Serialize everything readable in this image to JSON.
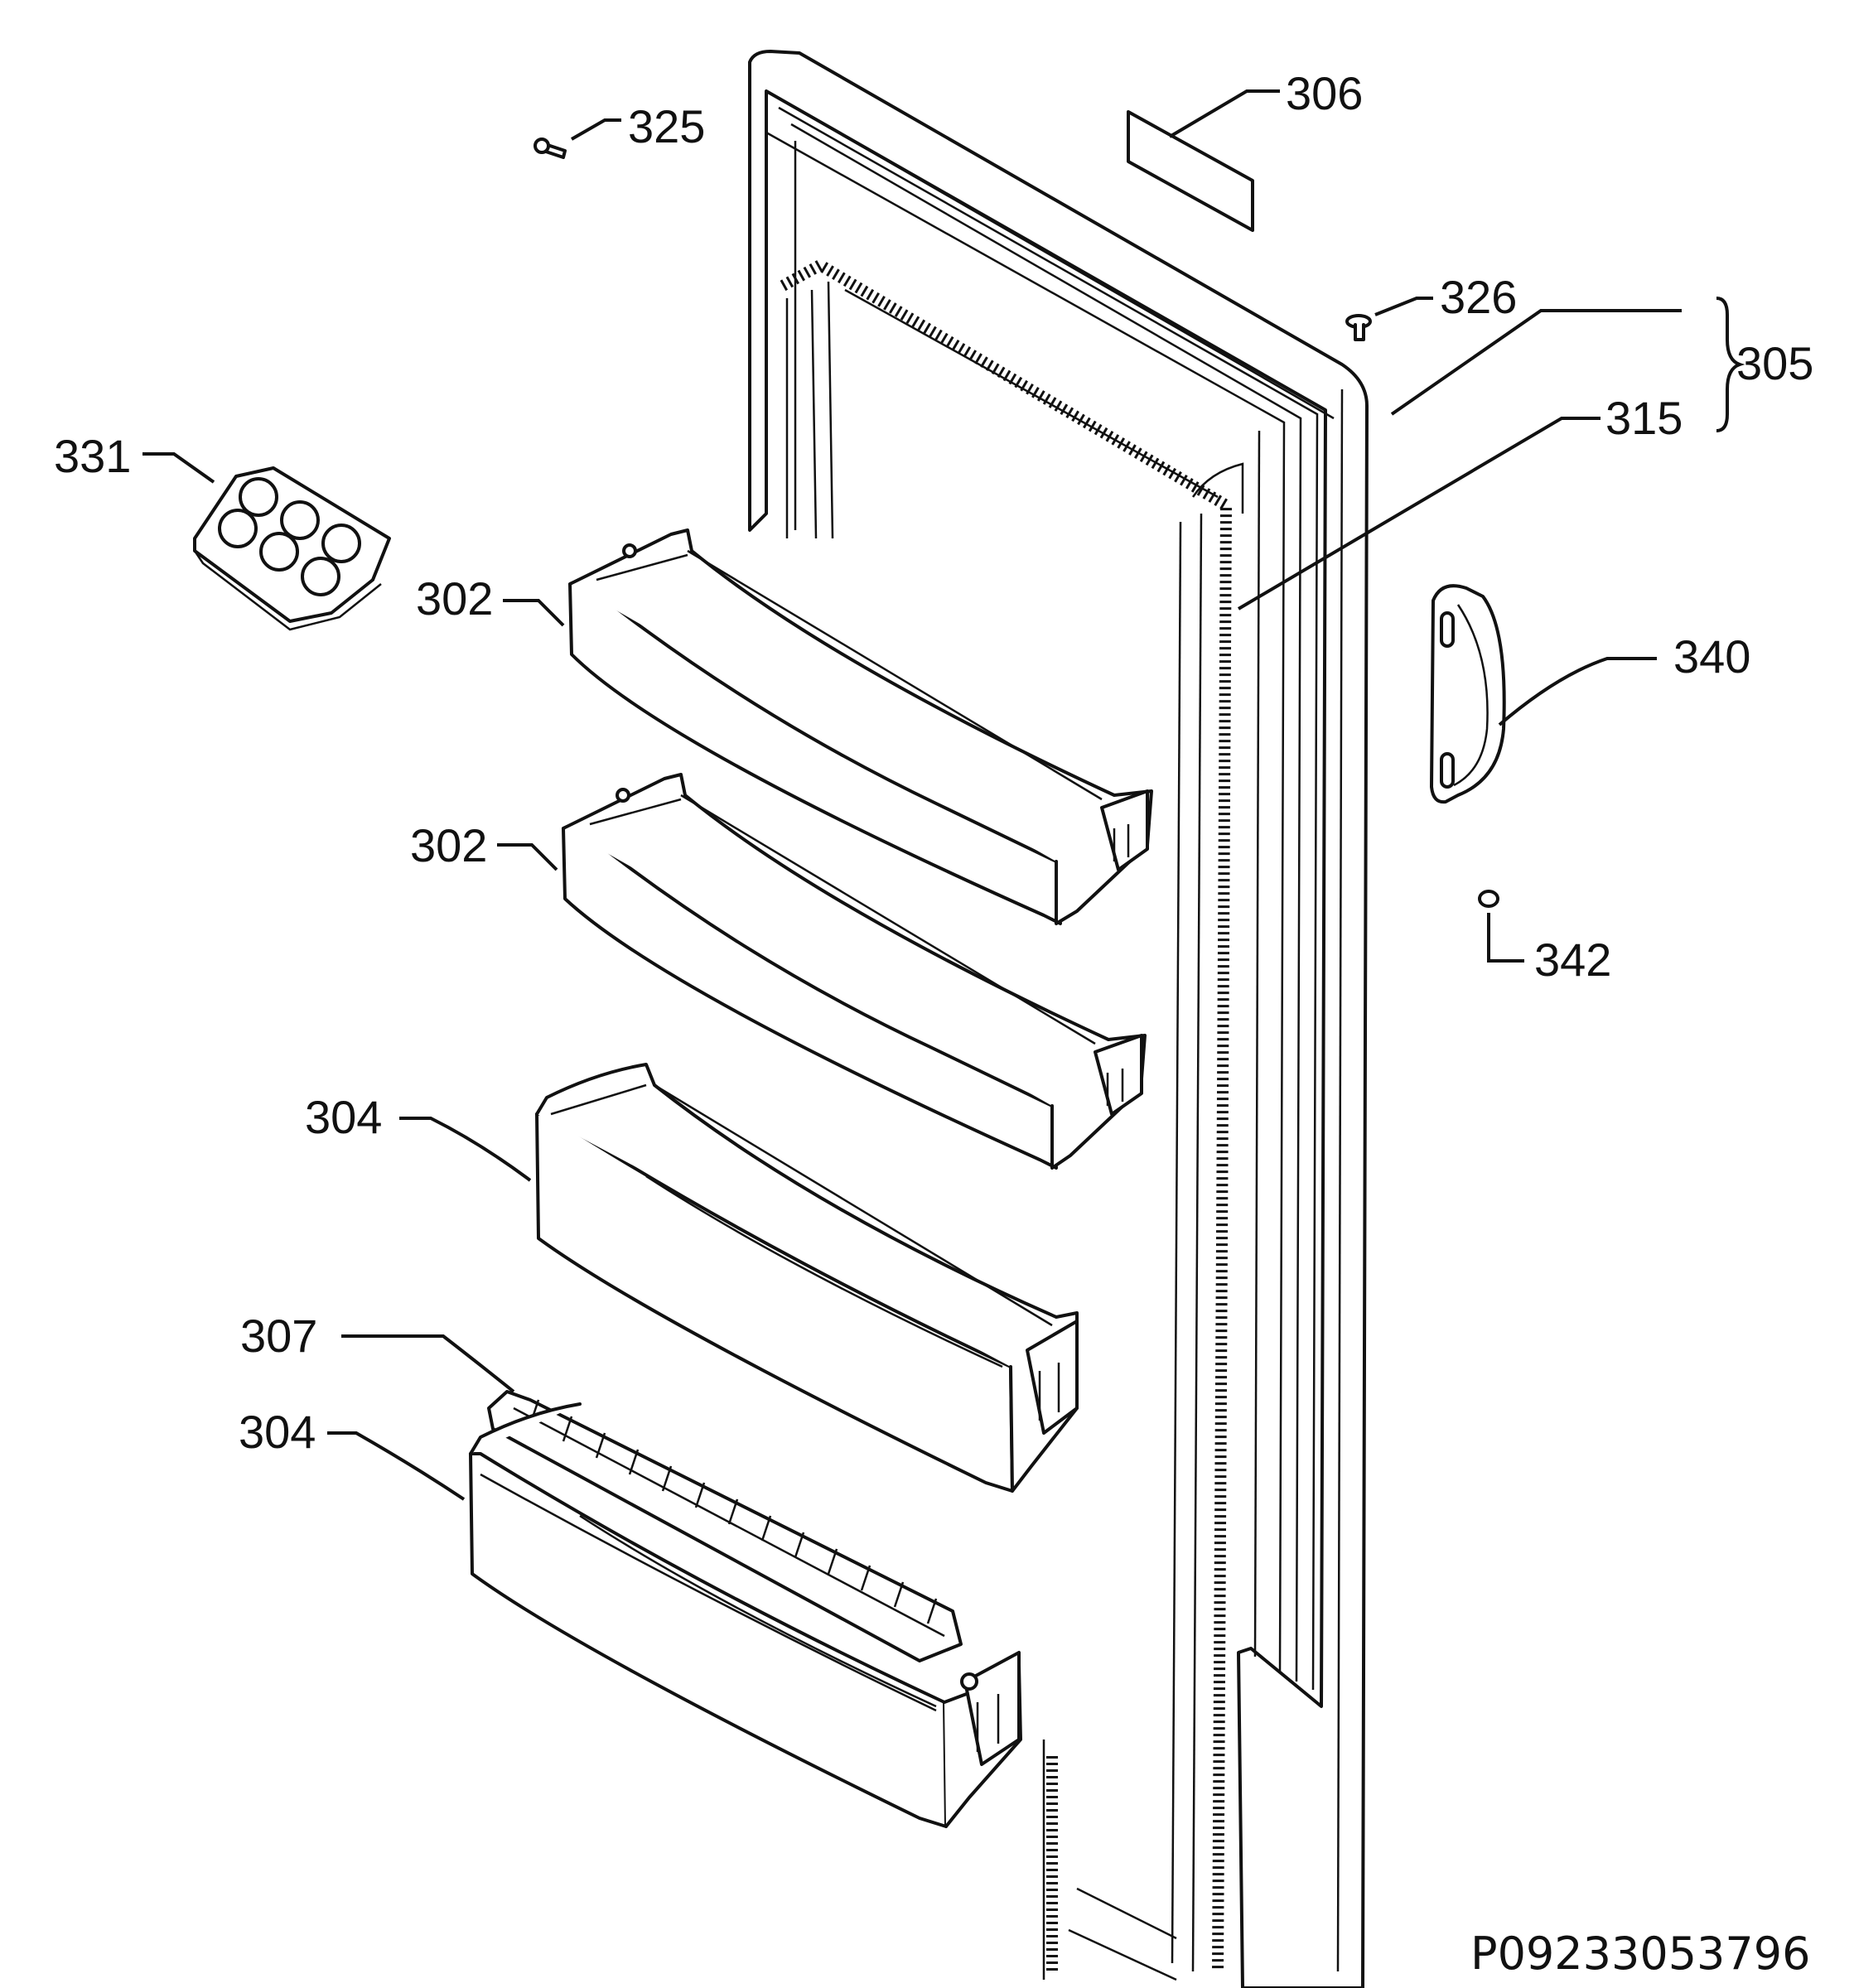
{
  "callouts": [
    {
      "id": "306",
      "text": "306"
    },
    {
      "id": "325",
      "text": "325"
    },
    {
      "id": "326",
      "text": "326"
    },
    {
      "id": "305",
      "text": "305"
    },
    {
      "id": "315",
      "text": "315"
    },
    {
      "id": "331",
      "text": "331"
    },
    {
      "id": "302a",
      "text": "302"
    },
    {
      "id": "302b",
      "text": "302"
    },
    {
      "id": "340",
      "text": "340"
    },
    {
      "id": "342",
      "text": "342"
    },
    {
      "id": "304a",
      "text": "304"
    },
    {
      "id": "307",
      "text": "307"
    },
    {
      "id": "304b",
      "text": "304"
    }
  ],
  "drawing_code": "P09233053796",
  "colors": {
    "ink": "#111111",
    "background": "#ffffff"
  }
}
